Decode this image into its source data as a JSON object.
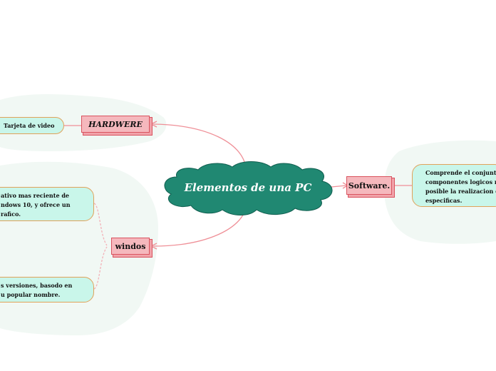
{
  "diagram": {
    "central_topic": "Elementos de una PC",
    "branches": [
      {
        "label": "HARDWERE",
        "notes": [
          "Tarjeta de video"
        ]
      },
      {
        "label": "windos",
        "notes": [
          [
            "ativo mas reciente de",
            "ndows 10, y ofrece un",
            "rafico."
          ],
          [
            "s versiones, basodo en",
            "u popular nombre."
          ]
        ]
      },
      {
        "label": "Software.",
        "notes": [
          [
            "Comprende el conjunto",
            "componentes logicos ne",
            "posible la realizacion de",
            "especificas."
          ]
        ]
      }
    ],
    "colors": {
      "central_fill": "#208872",
      "topic_fill": "#f5b8bd",
      "topic_border": "#d9535f",
      "note_fill": "#c9f6ea",
      "note_border": "#e0a25a",
      "region_fill": "#f1f8f4",
      "connector": "#ef8f97"
    }
  }
}
